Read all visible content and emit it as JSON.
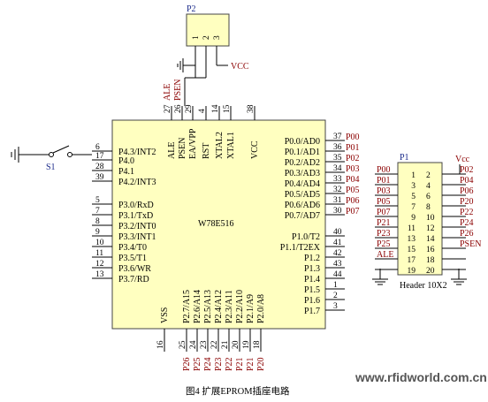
{
  "p2": {
    "designator": "P2",
    "pin_numbers": [
      "1",
      "2",
      "3"
    ],
    "vcc_label": "VCC"
  },
  "mcu": {
    "name": "W78E516",
    "top_pins": [
      {
        "name": "ALE",
        "num": "27",
        "net": "ALE",
        "bar": false
      },
      {
        "name": "PSEN",
        "num": "26",
        "net": "PSEN",
        "bar": true
      },
      {
        "name": "EA/VPP",
        "num": "29",
        "net": "",
        "bar": true
      },
      {
        "name": "RST",
        "num": "4",
        "net": "",
        "bar": false
      },
      {
        "name": "XTAL2",
        "num": "14",
        "net": "",
        "bar": false
      },
      {
        "name": "XTAL1",
        "num": "15",
        "net": "",
        "bar": false
      },
      {
        "name": "VCC",
        "num": "38",
        "net": "",
        "bar": false
      }
    ],
    "left_pins": [
      {
        "name": "P4.3/INT2",
        "num": "6"
      },
      {
        "name": "P4.0",
        "num": "17"
      },
      {
        "name": "P4.1",
        "num": "28"
      },
      {
        "name": "P4.2/INT3",
        "num": "39"
      },
      {
        "name": "P3.0/RxD",
        "num": "5"
      },
      {
        "name": "P3.1/TxD",
        "num": "7"
      },
      {
        "name": "P3.2/INT0",
        "num": "8"
      },
      {
        "name": "P3.3/INT1",
        "num": "9"
      },
      {
        "name": "P3.4/T0",
        "num": "10"
      },
      {
        "name": "P3.5/T1",
        "num": "11"
      },
      {
        "name": "P3.6/WR",
        "num": "12"
      },
      {
        "name": "P3.7/RD",
        "num": "13"
      }
    ],
    "right_pins": [
      {
        "name": "P0.0/AD0",
        "num": "37",
        "net": "P00"
      },
      {
        "name": "P0.1/AD1",
        "num": "36",
        "net": "P01"
      },
      {
        "name": "P0.2/AD2",
        "num": "35",
        "net": "P02"
      },
      {
        "name": "P0.3/AD3",
        "num": "34",
        "net": "P03"
      },
      {
        "name": "P0.4/AD4",
        "num": "33",
        "net": "P04"
      },
      {
        "name": "P0.5/AD5",
        "num": "32",
        "net": "P05"
      },
      {
        "name": "P0.6/AD6",
        "num": "31",
        "net": "P06"
      },
      {
        "name": "P0.7/AD7",
        "num": "30",
        "net": "P07"
      },
      {
        "name": "P1.0/T2",
        "num": "40",
        "net": ""
      },
      {
        "name": "P1.1/T2EX",
        "num": "41",
        "net": ""
      },
      {
        "name": "P1.2",
        "num": "42",
        "net": ""
      },
      {
        "name": "P1.3",
        "num": "43",
        "net": ""
      },
      {
        "name": "P1.4",
        "num": "44",
        "net": ""
      },
      {
        "name": "P1.5",
        "num": "1",
        "net": ""
      },
      {
        "name": "P1.6",
        "num": "2",
        "net": ""
      },
      {
        "name": "P1.7",
        "num": "3",
        "net": ""
      }
    ],
    "bottom_pins": [
      {
        "name": "VSS",
        "num": "16",
        "net": ""
      },
      {
        "name": "P2.7/A15",
        "num": "25",
        "net": "P26"
      },
      {
        "name": "P2.6/A14",
        "num": "24",
        "net": "P25"
      },
      {
        "name": "P2.5/A13",
        "num": "23",
        "net": "P24"
      },
      {
        "name": "P2.4/A12",
        "num": "22",
        "net": "P23"
      },
      {
        "name": "P2.3/A11",
        "num": "21",
        "net": "P22"
      },
      {
        "name": "P2.2/A10",
        "num": "20",
        "net": "P21"
      },
      {
        "name": "P2.1/A9",
        "num": "19",
        "net": "P21"
      },
      {
        "name": "P2.0/A8",
        "num": "18",
        "net": "P20"
      }
    ]
  },
  "switch": {
    "designator": "S1"
  },
  "header": {
    "designator": "P1",
    "name": "Header 10X2",
    "vcc_label": "Vcc",
    "left": [
      {
        "net": "P00",
        "num": "1"
      },
      {
        "net": "P01",
        "num": "3"
      },
      {
        "net": "P03",
        "num": "5"
      },
      {
        "net": "P05",
        "num": "7"
      },
      {
        "net": "P07",
        "num": "9"
      },
      {
        "net": "P21",
        "num": "11"
      },
      {
        "net": "P23",
        "num": "13"
      },
      {
        "net": "P25",
        "num": "15"
      },
      {
        "net": "ALE",
        "num": "17"
      },
      {
        "net": "",
        "num": "19"
      }
    ],
    "right": [
      {
        "net": "P02",
        "num": "2"
      },
      {
        "net": "P04",
        "num": "4"
      },
      {
        "net": "P06",
        "num": "6"
      },
      {
        "net": "P20",
        "num": "8"
      },
      {
        "net": "P22",
        "num": "10"
      },
      {
        "net": "P24",
        "num": "12"
      },
      {
        "net": "P26",
        "num": "14"
      },
      {
        "net": "PSEN",
        "num": "16"
      },
      {
        "net": "",
        "num": "18"
      },
      {
        "net": "",
        "num": "20"
      }
    ]
  },
  "caption": "图4 扩展EPROM插座电路",
  "watermark": "www.rfidworld.com.cn"
}
